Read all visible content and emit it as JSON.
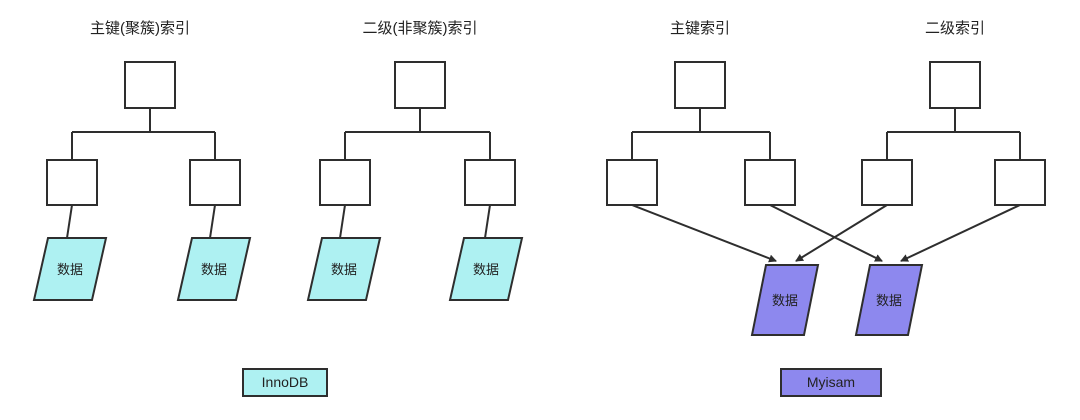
{
  "titles": {
    "innodb_clustered": "主键(聚簇)索引",
    "innodb_secondary": "二级(非聚簇)索引",
    "myisam_primary": "主键索引",
    "myisam_secondary": "二级索引"
  },
  "labels": {
    "data": "数据"
  },
  "legend": {
    "innodb": "InnoDB",
    "myisam": "Myisam"
  },
  "colors": {
    "innodb_fill": "#aef1f2",
    "myisam_fill": "#8d88ee",
    "stroke": "#2e2e2e",
    "background": "#ffffff"
  }
}
